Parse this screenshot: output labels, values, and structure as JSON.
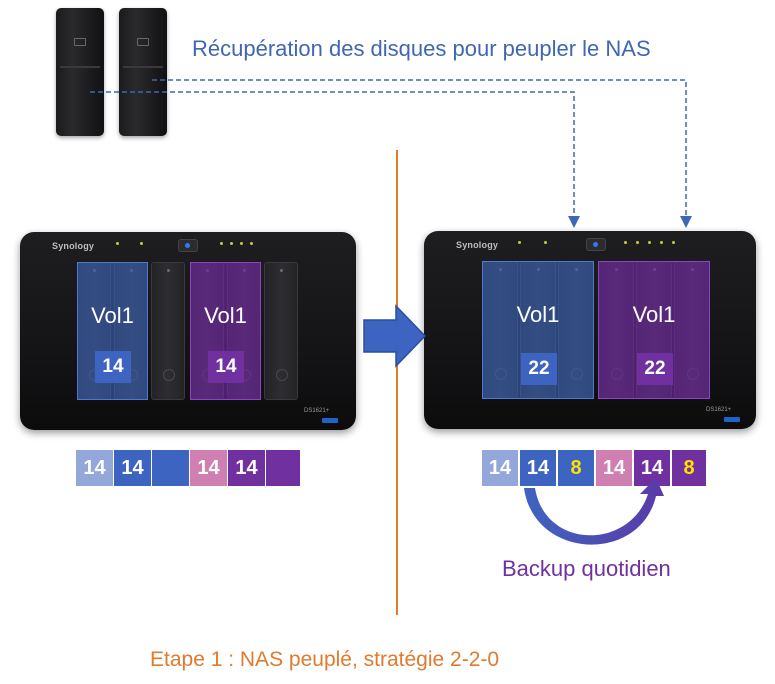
{
  "headline": "Récupération des disques pour peupler le NAS",
  "left_nas": {
    "brand": "Synology",
    "model": "DS1621+",
    "volumes": [
      {
        "name": "Vol1",
        "size": "14",
        "color": "#3862b7"
      },
      {
        "name": "Vol1",
        "size": "14",
        "color": "#7028a0"
      }
    ],
    "disks": [
      {
        "label": "14",
        "color": "#93a7db"
      },
      {
        "label": "14",
        "color": "#3e64c1"
      },
      {
        "label": "",
        "color": "#3e64c1"
      },
      {
        "label": "14",
        "color": "#d07fb3"
      },
      {
        "label": "14",
        "color": "#7030a0"
      },
      {
        "label": "",
        "color": "#7030a0"
      }
    ]
  },
  "right_nas": {
    "brand": "Synology",
    "model": "DS1621+",
    "volumes": [
      {
        "name": "Vol1",
        "size": "22",
        "color": "#3862b7"
      },
      {
        "name": "Vol1",
        "size": "22",
        "color": "#7028a0"
      }
    ],
    "disks": [
      {
        "label": "14",
        "color": "#93a7db"
      },
      {
        "label": "14",
        "color": "#3e64c1"
      },
      {
        "label": "8",
        "color": "#3e64c1"
      },
      {
        "label": "14",
        "color": "#d07fb3"
      },
      {
        "label": "14",
        "color": "#7030a0"
      },
      {
        "label": "8",
        "color": "#7030a0"
      }
    ]
  },
  "backup_label": "Backup quotidien",
  "step_label": "Etape 1 : NAS peuplé, stratégie 2-2-0",
  "colors": {
    "headline": "#3f67b3",
    "divider": "#e07a2f",
    "arrow": "#3e64c1",
    "backup": "#7030a0",
    "step": "#e07a2f"
  }
}
